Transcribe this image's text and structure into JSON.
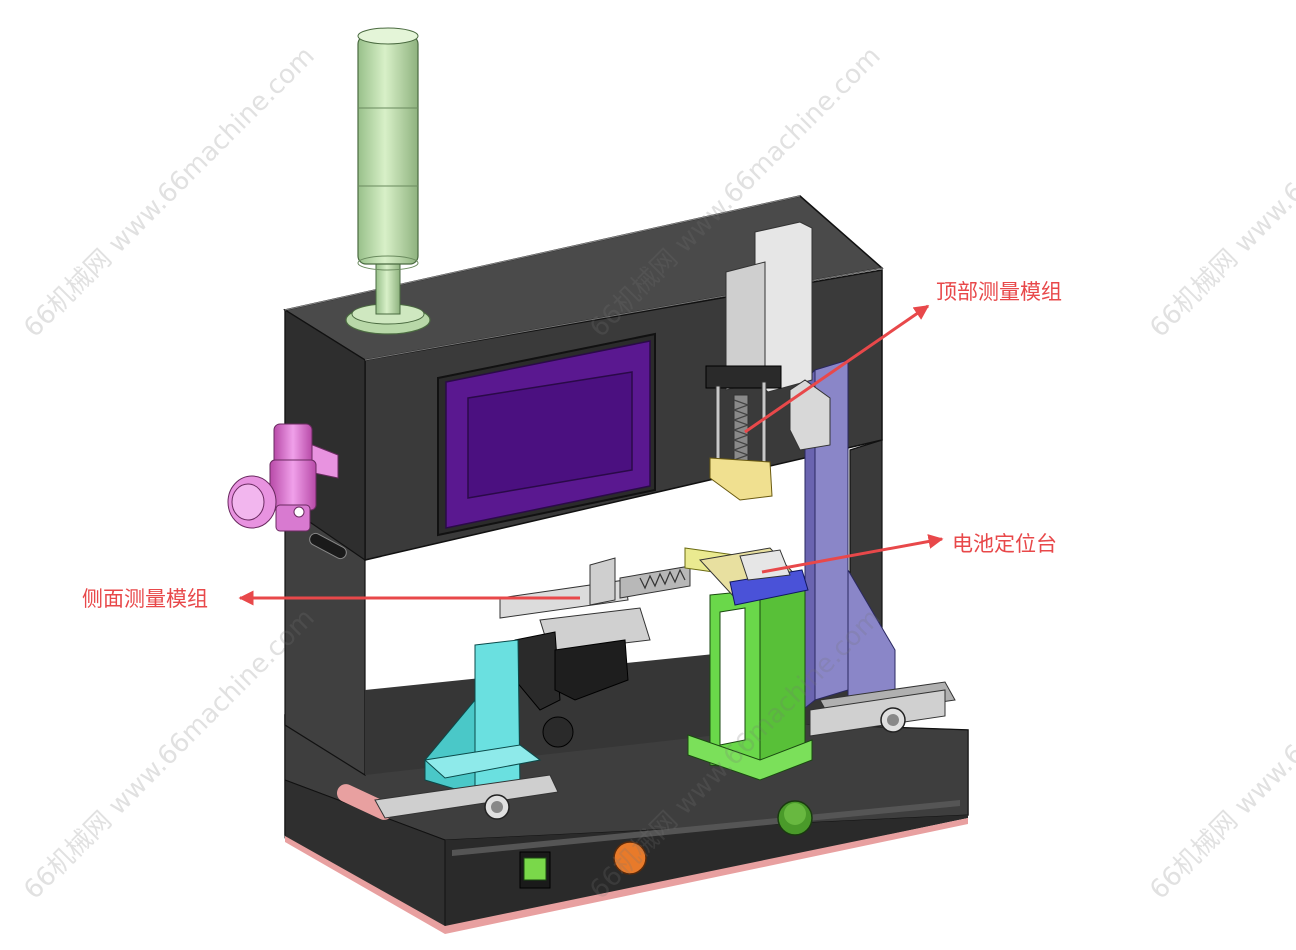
{
  "callouts": {
    "top_module": "顶部测量模组",
    "battery_stage": "电池定位台",
    "side_module": "侧面测量模组"
  },
  "watermark": {
    "text": "66机械网 www.66machine.com"
  },
  "colors": {
    "frame": "#3b3b3b",
    "screen": "#4b1080",
    "signal_tower": "#b9dca8",
    "regulator": "#e07ad8",
    "stage_blue": "#4a52d8",
    "stage_green": "#7be05a",
    "bracket_cyan": "#5ad8d8",
    "column_purple": "#8a86c8",
    "base_trim": "#e8a0a0",
    "arrow": "#e8484a"
  }
}
